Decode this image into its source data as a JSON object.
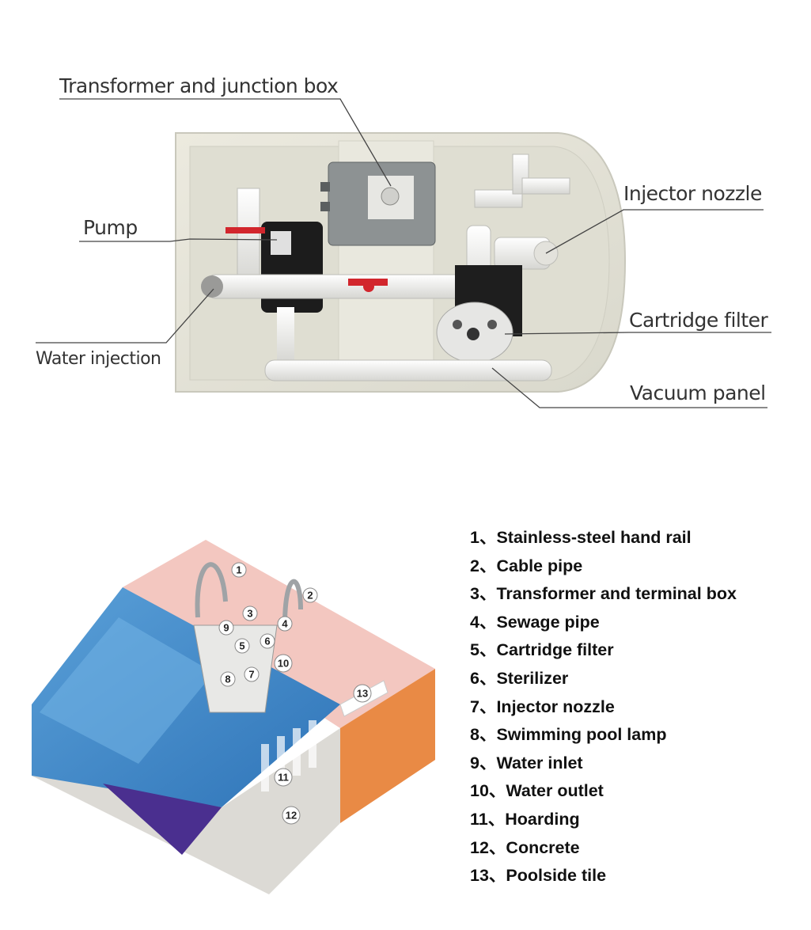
{
  "top_callouts": {
    "transformer": "Transformer and junction box",
    "injector": "Injector nozzle",
    "pump": "Pump",
    "cartridge": "Cartridge filter",
    "water_injection": "Water injection",
    "vacuum": "Vacuum panel"
  },
  "legend": [
    "1、Stainless-steel hand rail",
    "2、Cable  pipe",
    "3、Transformer and terminal box",
    "4、Sewage pipe",
    "5、Cartridge filter",
    "6、Sterilizer",
    "7、Injector nozzle",
    "8、Swimming pool lamp",
    "9、Water inlet",
    "10、Water outlet",
    "11、Hoarding",
    "12、Concrete",
    "13、Poolside tile"
  ],
  "badges": [
    "1",
    "2",
    "3",
    "4",
    "5",
    "6",
    "7",
    "8",
    "9",
    "10",
    "11",
    "12",
    "13"
  ],
  "colors": {
    "tank": "#e3e2d6",
    "pipe": "#f1f1ee",
    "valve": "#d2262d",
    "water": "#3f86c8",
    "concrete": "#e98a45",
    "tile": "#f3c7c0"
  }
}
